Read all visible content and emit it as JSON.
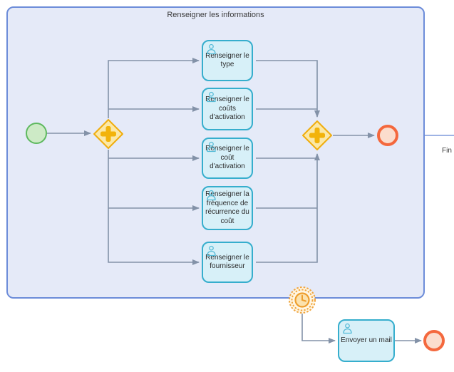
{
  "diagram": {
    "group": {
      "title": "Renseigner les informations"
    },
    "tasks": [
      {
        "label": "Renseigner le type"
      },
      {
        "label": "Renseigner le coûts d'activation"
      },
      {
        "label": "Renseigner le coût d'activation"
      },
      {
        "label": "Renseigner la fréquence de récurrence du coût"
      },
      {
        "label": "Renseigner le fournisseur"
      },
      {
        "label": "Envoyer un mail"
      }
    ],
    "annotations": {
      "fin_label": "Fin"
    },
    "icons": {
      "task_icon": "user-icon",
      "timer_icon": "clock-icon",
      "gateway_icon": "plus-icon"
    },
    "colors": {
      "group_fill": "#e5eaf8",
      "group_border": "#6c8cd9",
      "task_fill": "#d7f0f8",
      "task_border": "#36aecd",
      "gateway_fill": "#fbe8a6",
      "gateway_border": "#f0ad0e",
      "start_fill": "#cdeac6",
      "start_border": "#5eb95f",
      "end_fill": "#fbddcd",
      "end_border": "#f4683d",
      "timer_color": "#f0a640",
      "flow_color": "#8392a8",
      "exit_flow_color": "#7e9adb"
    }
  }
}
